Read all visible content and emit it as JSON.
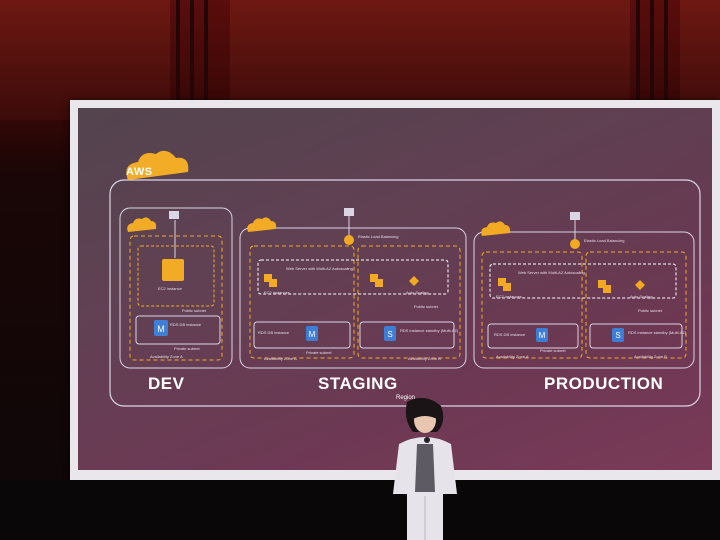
{
  "environments": [
    {
      "label": "DEV"
    },
    {
      "label": "STAGING"
    },
    {
      "label": "PRODUCTION"
    }
  ],
  "badge": {
    "label": "AWS"
  },
  "region_label": "Region",
  "dev": {
    "ec2_label": "EC2 instance",
    "public_subnet": "Public subnet",
    "rds_label": "RDS DB instance",
    "private_subnet": "Private subnet",
    "az_label": "Availability Zone A"
  },
  "staging": {
    "elb_label": "Elastic Load Balancing",
    "web_label": "Web Server with Multi-AZ Autoscaling",
    "ec2_label": "EC2 instances",
    "autoscaling_label": "Auto Scaling",
    "public_subnet": "Public subnet",
    "rds_label": "RDS DB instance",
    "standby_label": "RDS instance standby (Multi-AZ)",
    "private_subnet": "Private subnet",
    "az_a": "Availability Zone A",
    "az_b": "Availability Zone B"
  },
  "production": {
    "elb_label": "Elastic Load Balancing",
    "web_label": "Web Server with Multi-AZ Autoscaling",
    "ec2_label": "EC2 instances",
    "autoscaling_label": "Auto Scaling",
    "public_subnet": "Public subnet",
    "rds_label": "RDS DB instance",
    "standby_label": "RDS instance standby (Multi-AZ)",
    "private_subnet": "Private subnet",
    "az_a": "Availability Zone A",
    "az_b": "Availability Zone B"
  },
  "colors": {
    "orange": "#f2a81d",
    "outline": "#d9d4e4",
    "rds_blue": "#3a7bd5"
  }
}
